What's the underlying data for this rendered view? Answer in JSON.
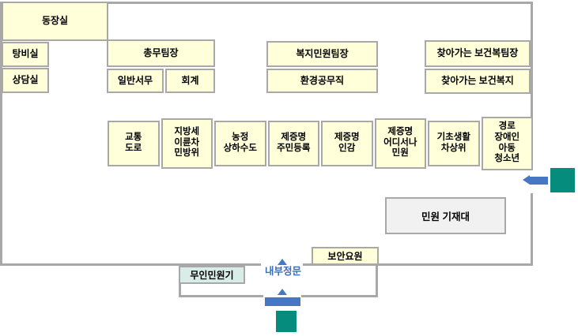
{
  "rooms": {
    "district_head": "동장실",
    "pantry": "탕비실",
    "consult": "상담실",
    "general_affairs_chief": "총무팀장",
    "general_admin": "일반서무",
    "accounting": "회계",
    "welfare_civil_chief": "복지민원팀장",
    "environment_worker": "환경공무직",
    "visiting_health_chief": "찾아가는 보건복팀장",
    "visiting_health_welfare": "찾아가는 보건복지"
  },
  "service_desks": [
    "교통\n도로",
    "지방세\n이륜차\n민방위",
    "농정\n상하수도",
    "제증명\n주민등록",
    "제증명\n인감",
    "제증명\n어디서나\n민원",
    "기초생활\n차상위",
    "경로\n장애인\n아동\n청소년"
  ],
  "facilities": {
    "writing_stand": "민원 기재대",
    "security_guard": "보안요원",
    "kiosk": "무인민원기",
    "inner_gate": "내부정문"
  },
  "colors": {
    "room_fill": "#ffffd9",
    "wall_gray": "#a8a8a8",
    "stand_fill": "#f1f1f1",
    "kiosk_fill": "#d8ece8",
    "arrow_blue": "#4777c3",
    "gate_text_blue": "#3a6db8",
    "entrance_marker_teal": "#068c7c"
  }
}
